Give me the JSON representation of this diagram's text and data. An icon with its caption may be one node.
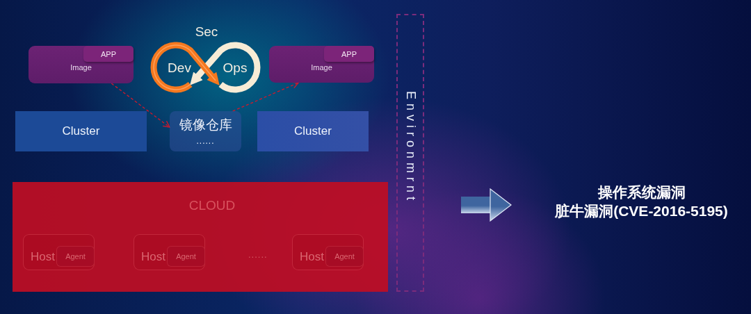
{
  "diagram": {
    "nodes": [
      {
        "text": [
          "Image"
        ]
      },
      {
        "text": [
          "APP"
        ],
        "in": 0
      },
      {
        "text": [
          "Sec",
          "Dev",
          "Ops"
        ]
      },
      {
        "text": [
          "Image"
        ]
      },
      {
        "text": [
          "APP"
        ],
        "in": 3
      },
      {
        "text": [
          "Cluster"
        ]
      },
      {
        "text": [
          "镜像仓库",
          "......"
        ]
      },
      {
        "text": [
          "Cluster"
        ]
      },
      {
        "text": [
          "CLOUD"
        ]
      },
      {
        "text": [
          "Host"
        ],
        "in": 8
      },
      {
        "text": [
          "Agent"
        ],
        "in": 9
      },
      {
        "text": [
          "Host"
        ],
        "in": 8
      },
      {
        "text": [
          "Agent"
        ],
        "in": 11
      },
      {
        "text": [
          "Host"
        ],
        "in": 8
      },
      {
        "text": [
          "Agent"
        ],
        "in": 13
      },
      {
        "text": [
          "Environmrnt"
        ]
      },
      {
        "text": [
          "操作系统漏洞",
          "脏牛漏洞(CVE-2016-5195)"
        ]
      }
    ],
    "edges": [
      {
        "from": 0,
        "to": 6,
        "arrow": "to",
        "style": "dashed"
      },
      {
        "from": 6,
        "to": 3,
        "arrow": "to",
        "style": "dashed"
      },
      {
        "from": null,
        "to": 16,
        "arrow": "to",
        "style": "thick",
        "color": "#3f659f"
      }
    ],
    "labels": [
      "......"
    ]
  }
}
